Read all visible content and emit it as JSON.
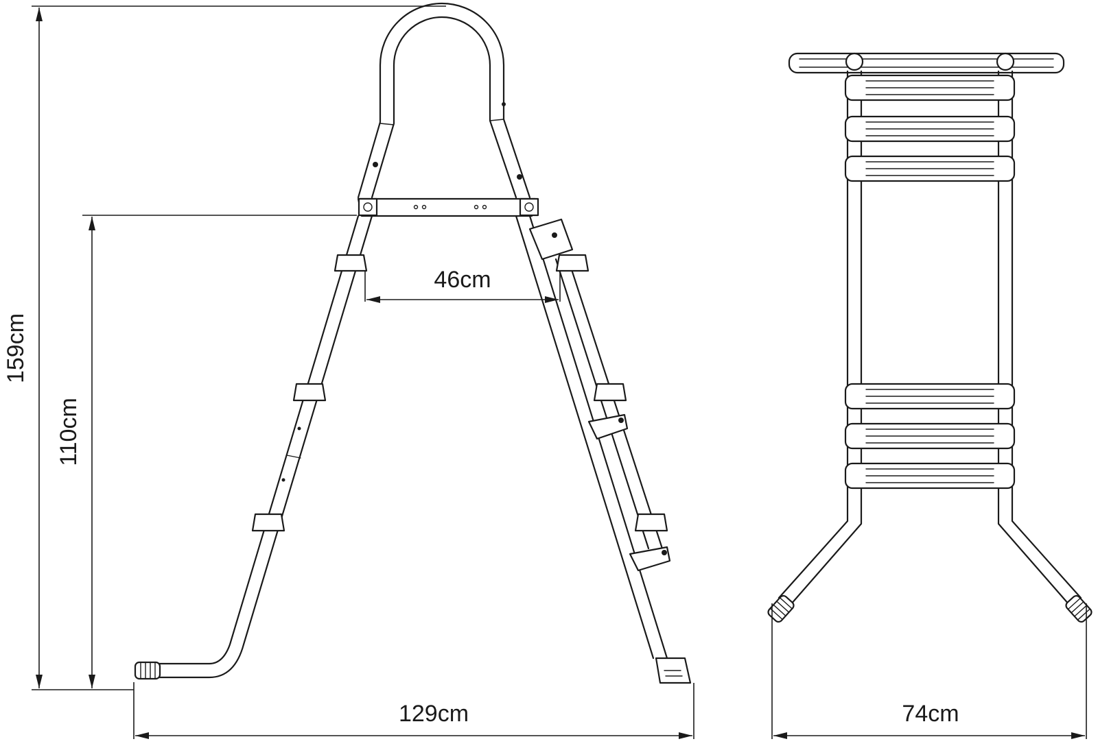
{
  "dimensions": {
    "total_height": "159cm",
    "platform_height": "110cm",
    "inner_width": "46cm",
    "base_depth": "129cm",
    "total_width": "74cm"
  }
}
